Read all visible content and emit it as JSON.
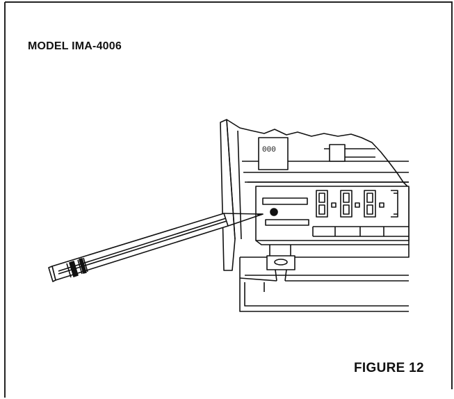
{
  "document": {
    "model": "MODEL IMA-4006",
    "figure": "FIGURE 12"
  },
  "display": {
    "small_label": "000"
  },
  "icons": {
    "pencil": "pencil-icon",
    "meter": "panel-meter-icon"
  }
}
